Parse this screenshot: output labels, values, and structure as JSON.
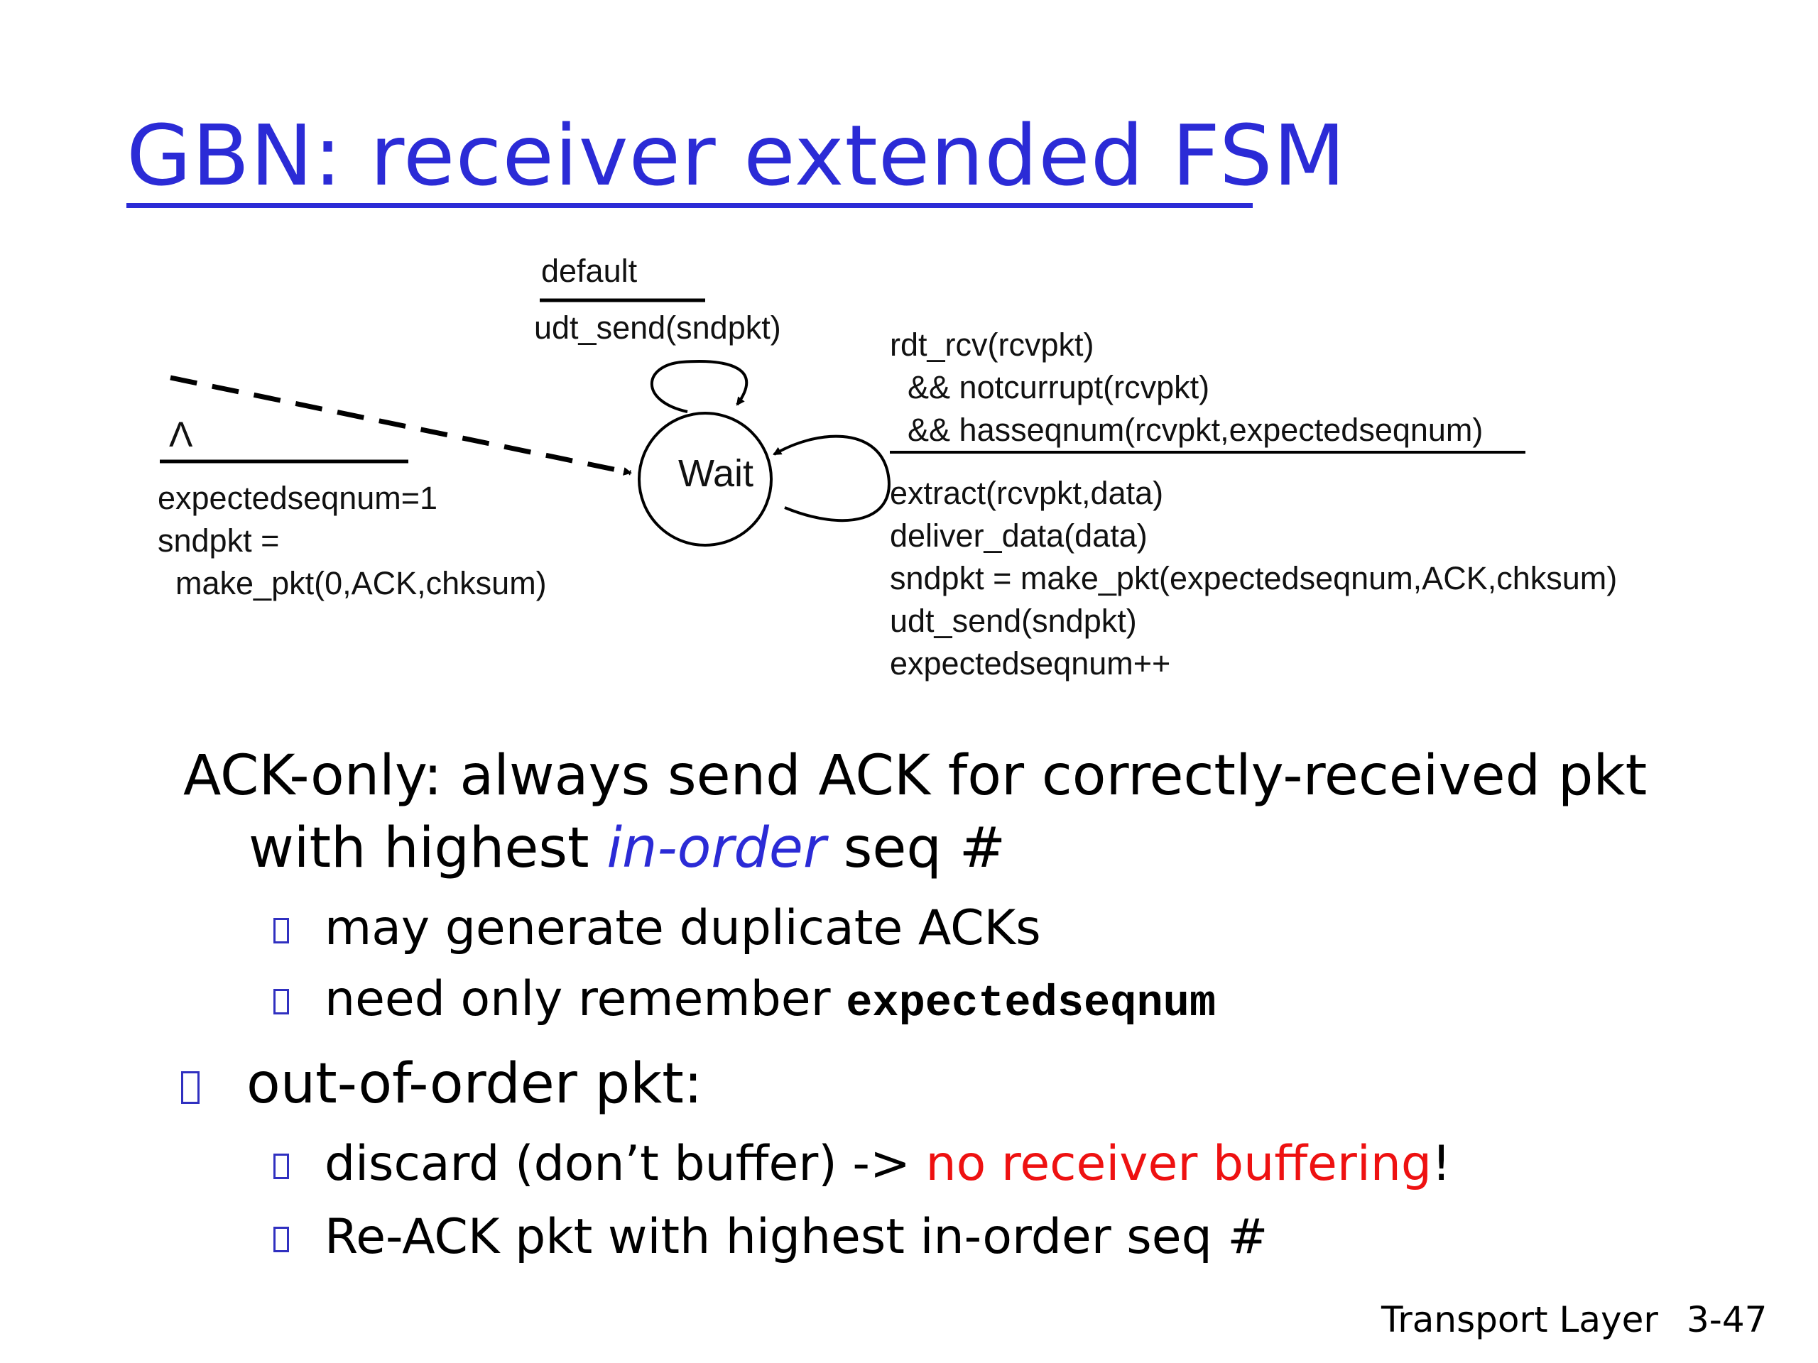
{
  "slide": {
    "title": "GBN: receiver extended FSM",
    "footer_label": "Transport Layer",
    "footer_page": "3-47"
  },
  "fsm": {
    "state_label": "Wait",
    "self_loop_top": {
      "condition": "default",
      "action": "udt_send(sndpkt)"
    },
    "initial": {
      "symbol": "Λ",
      "actions": [
        "expectedseqnum=1",
        "sndpkt =",
        "  make_pkt(0,ACK,chksum)"
      ]
    },
    "self_loop_right": {
      "conditions": [
        "rdt_rcv(rcvpkt)",
        "  && notcurrupt(rcvpkt)",
        "  && hasseqnum(rcvpkt,expectedseqnum)"
      ],
      "actions": [
        "extract(rcvpkt,data)",
        "deliver_data(data)",
        "sndpkt = make_pkt(expectedseqnum,ACK,chksum)",
        "udt_send(sndpkt)",
        "expectedseqnum++"
      ]
    }
  },
  "bullets": {
    "ack_only": {
      "line1": "ACK-only: always send ACK for correctly-received pkt",
      "line2_pre": "with highest ",
      "line2_em": "in-order",
      "line2_post": " seq #",
      "sub": [
        "may generate duplicate ACKs"
      ],
      "sub2_text": "need only remember ",
      "sub2_code": "expectedseqnum"
    },
    "out_of_order": {
      "label": "out-of-order pkt:",
      "sub1_pre": "discard (don’t buffer) -> ",
      "sub1_red": "no receiver buffering",
      "sub1_post": "!",
      "sub2": "Re-ACK pkt with highest in-order seq #"
    }
  },
  "colors": {
    "title": "#2b2bd6",
    "emphasis_blue": "#2b2bd6",
    "emphasis_red": "#ee1111"
  }
}
